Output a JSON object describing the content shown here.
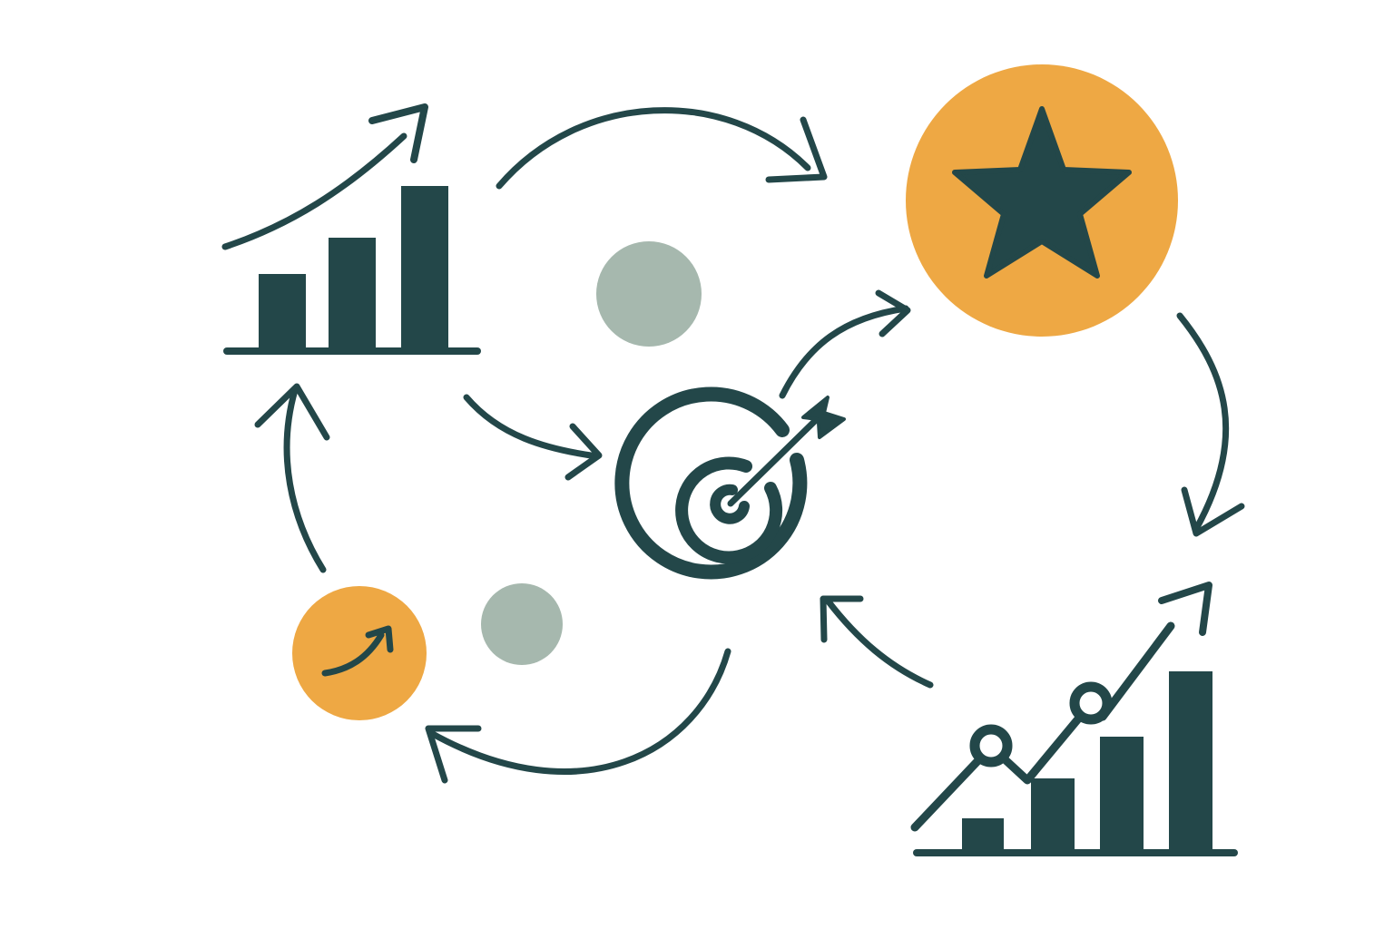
{
  "palette": {
    "dark": "#234749",
    "orange": "#eea844",
    "sage": "#a6b8ae",
    "background": "#ffffff"
  },
  "nodes": [
    {
      "id": "bar-chart-up",
      "icon": "bar-chart-rising-arrow-icon"
    },
    {
      "id": "star-badge",
      "icon": "star-icon"
    },
    {
      "id": "line-bar-growth",
      "icon": "growth-chart-icon"
    },
    {
      "id": "target",
      "icon": "bullseye-arrow-icon"
    },
    {
      "id": "small-trend-badge",
      "icon": "trend-arrow-icon"
    }
  ],
  "decor": [
    {
      "id": "sage-dot-upper",
      "color": "sage"
    },
    {
      "id": "sage-dot-lower",
      "color": "sage"
    }
  ],
  "connections": [
    {
      "from": "bar-chart-up",
      "to": "star-badge"
    },
    {
      "from": "star-badge",
      "to": "line-bar-growth"
    },
    {
      "from": "line-bar-growth",
      "to": "target"
    },
    {
      "from": "target",
      "to": "small-trend-badge"
    },
    {
      "from": "small-trend-badge",
      "to": "bar-chart-up"
    },
    {
      "from": "bar-chart-up",
      "to": "target"
    },
    {
      "from": "target",
      "to": "star-badge"
    }
  ]
}
